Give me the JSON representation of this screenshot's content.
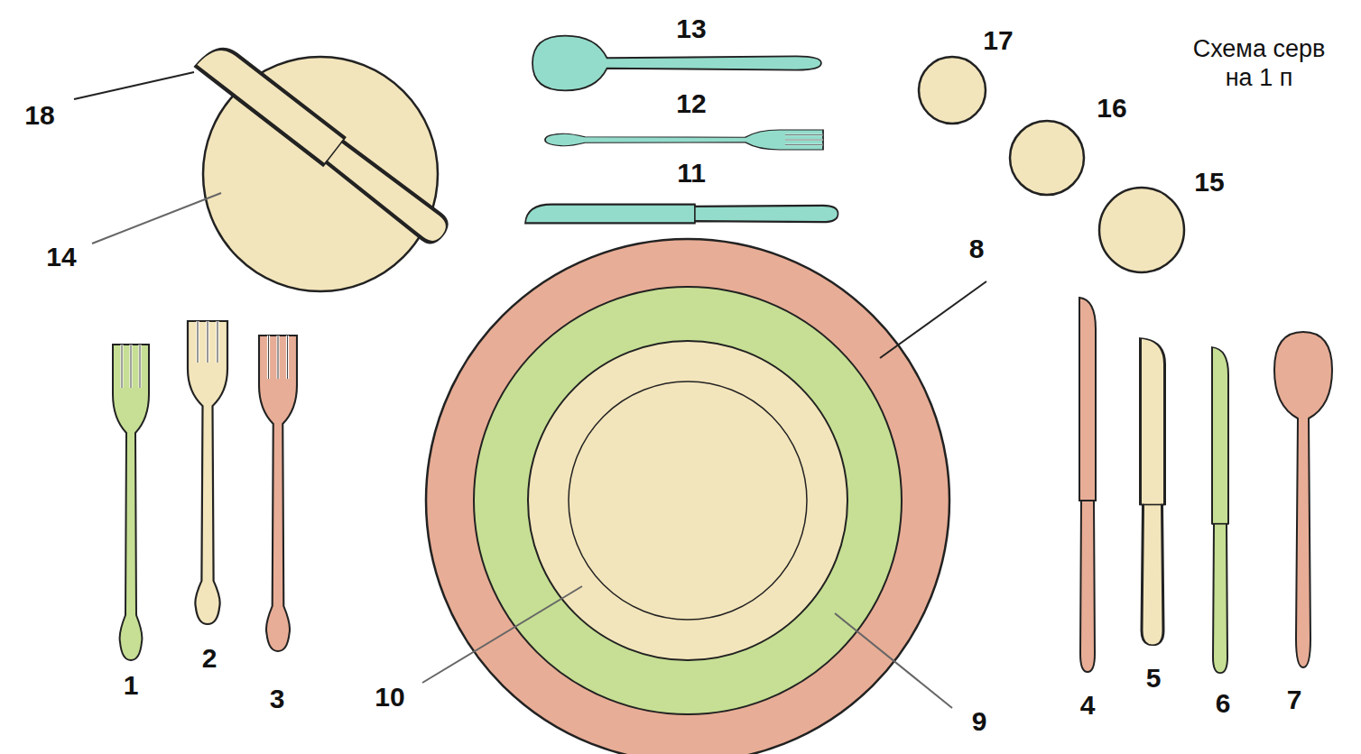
{
  "diagram": {
    "title": "Схема серв на 1 п",
    "labels": [
      "13",
      "17",
      "18",
      "12",
      "16",
      "11",
      "15",
      "14",
      "8",
      "2",
      "1",
      "3",
      "10",
      "9",
      "4",
      "5",
      "6",
      "7"
    ]
  }
}
